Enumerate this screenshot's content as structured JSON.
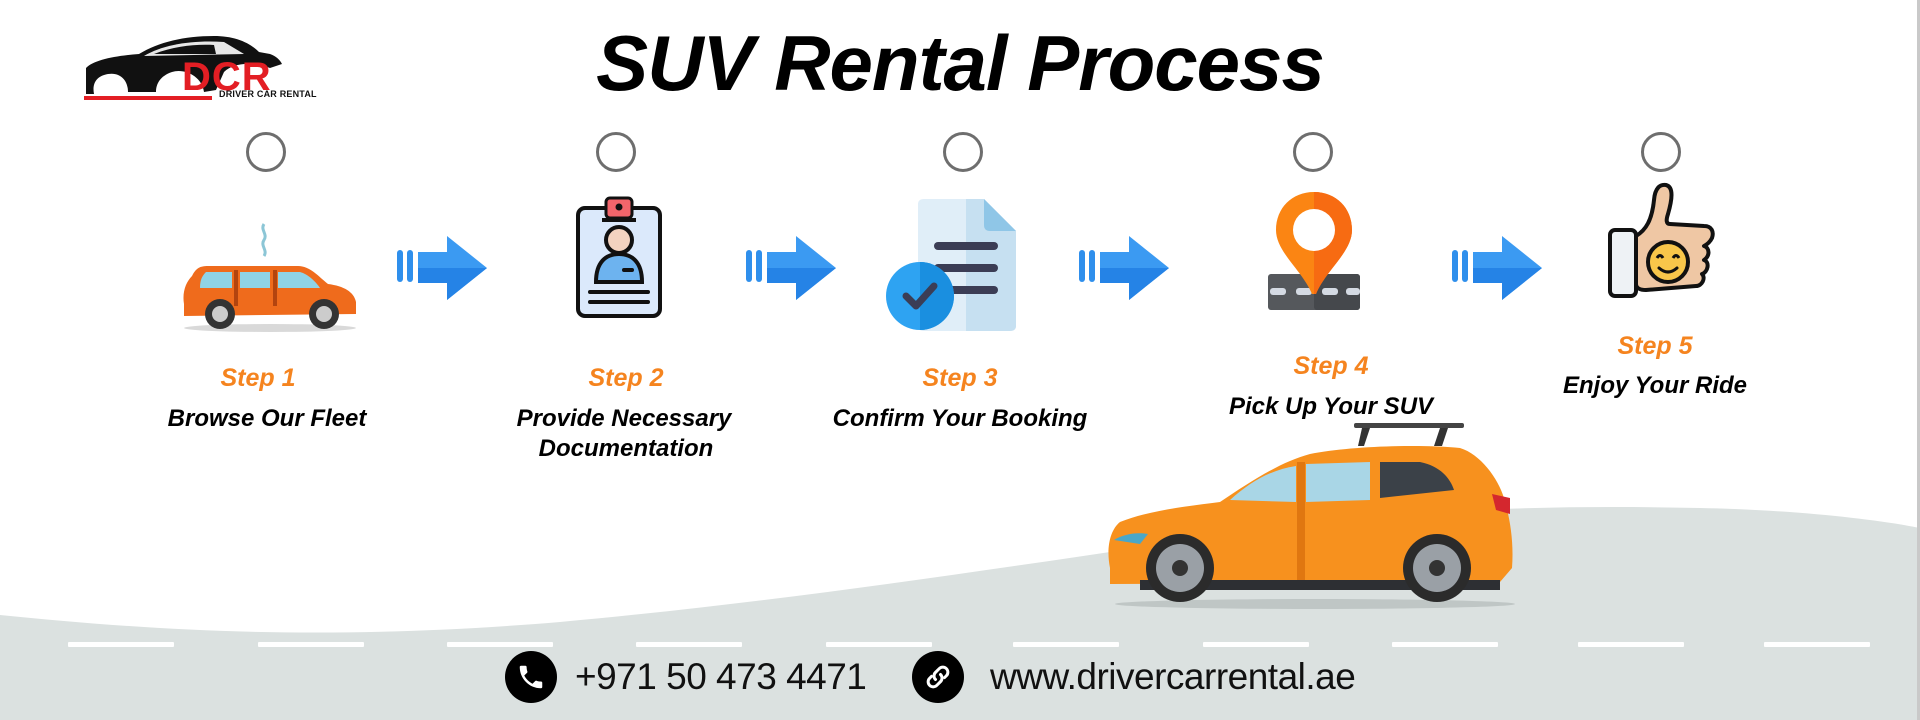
{
  "brand": {
    "logo_text": "DCR",
    "logo_subtitle": "DRIVER CAR RENTAL",
    "colors": {
      "red": "#e31e24",
      "black": "#111111"
    }
  },
  "title": "SUV Rental Process",
  "colors": {
    "step_label": "#f5841f",
    "arrow": "#2f8fec",
    "road": "#dbe1e0",
    "suv": "#f7911e"
  },
  "steps": [
    {
      "label": "Step 1",
      "title_lines": [
        "Browse Our Fleet"
      ],
      "icon": "hatchback-car-icon"
    },
    {
      "label": "Step 2",
      "title_lines": [
        "Provide Necessary",
        "Documentation"
      ],
      "icon": "id-badge-icon"
    },
    {
      "label": "Step 3",
      "title_lines": [
        "Confirm Your Booking"
      ],
      "icon": "document-check-icon"
    },
    {
      "label": "Step 4",
      "title_lines": [
        "Pick Up Your SUV"
      ],
      "icon": "map-pin-road-icon"
    },
    {
      "label": "Step 5",
      "title_lines": [
        "Enjoy Your Ride"
      ],
      "icon": "thumbs-up-smile-icon"
    }
  ],
  "arrows": [
    "arrow-right-icon",
    "arrow-right-icon",
    "arrow-right-icon",
    "arrow-right-icon"
  ],
  "contact": {
    "phone_icon": "phone-icon",
    "phone": "+971 50 473 4471",
    "link_icon": "link-icon",
    "website": "www.drivercarrental.ae"
  }
}
